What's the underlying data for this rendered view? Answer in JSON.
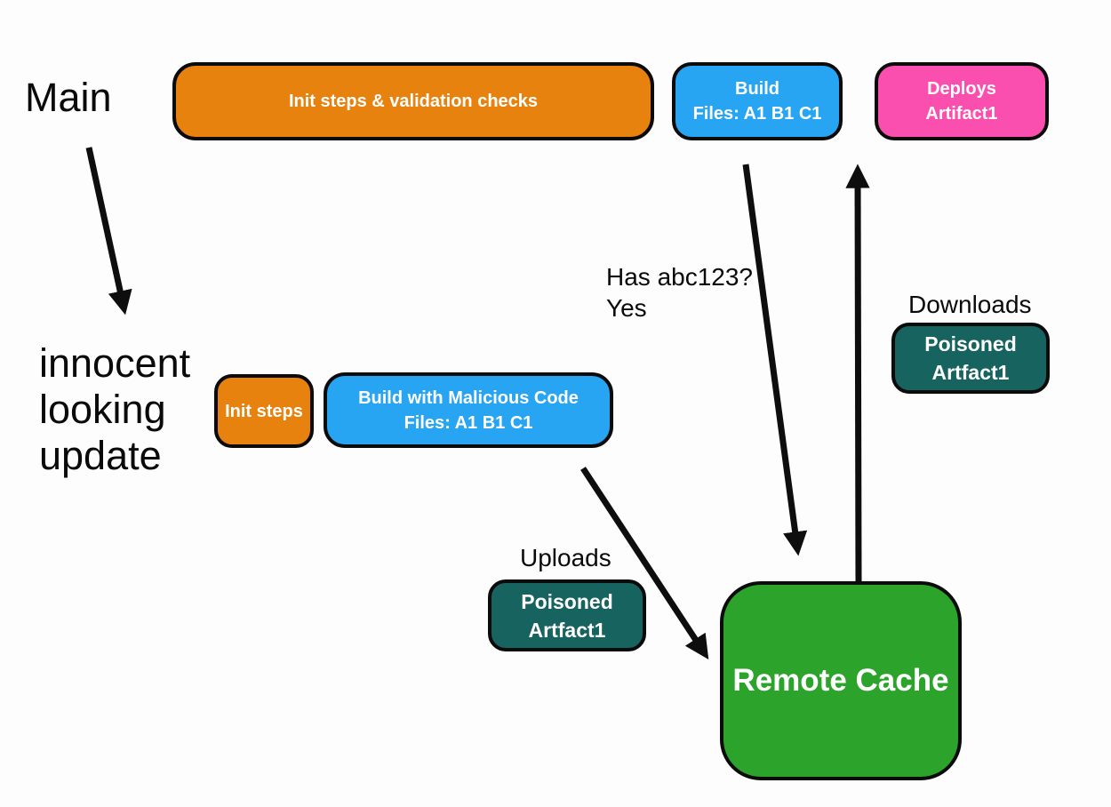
{
  "diagram": {
    "labels": {
      "main": "Main",
      "innocent_update": "innocent\nlooking\nupdate",
      "has_abc123": "Has abc123?\nYes",
      "downloads": "Downloads",
      "uploads": "Uploads"
    },
    "nodes": {
      "init_validation": {
        "label": "Init steps & validation checks",
        "color": "#E8820E"
      },
      "build": {
        "line1": "Build",
        "line2": "Files: A1 B1 C1",
        "color": "#27A4F2"
      },
      "deploys": {
        "line1": "Deploys",
        "line2": "Artifact1",
        "color": "#FB4FAF"
      },
      "init_steps": {
        "label": "Init steps",
        "color": "#E8820E"
      },
      "build_malicious": {
        "line1": "Build with Malicious Code",
        "line2": "Files: A1 B1 C1",
        "color": "#27A4F2"
      },
      "poisoned_download": {
        "line1": "Poisoned",
        "line2": "Artfact1",
        "color": "#17635F"
      },
      "poisoned_upload": {
        "line1": "Poisoned",
        "line2": "Artfact1",
        "color": "#17635F"
      },
      "remote_cache": {
        "label": "Remote Cache",
        "color": "#2CA42C"
      }
    },
    "colors": {
      "node_border": "#0b0b0b",
      "arrow": "#0e0e0e",
      "text": "#0a0a0a",
      "node_text": "#ffffff",
      "background": "#fdfdfd"
    },
    "arrows": [
      {
        "name": "main-to-innocent-update",
        "from": "main-label",
        "to": "innocent-update-label"
      },
      {
        "name": "build-to-remote-cache",
        "from": "build",
        "to": "remote-cache"
      },
      {
        "name": "remote-cache-to-deploys",
        "from": "remote-cache",
        "to": "deploys"
      },
      {
        "name": "malicious-build-to-remote-cache",
        "from": "build-malicious",
        "to": "remote-cache"
      }
    ]
  }
}
